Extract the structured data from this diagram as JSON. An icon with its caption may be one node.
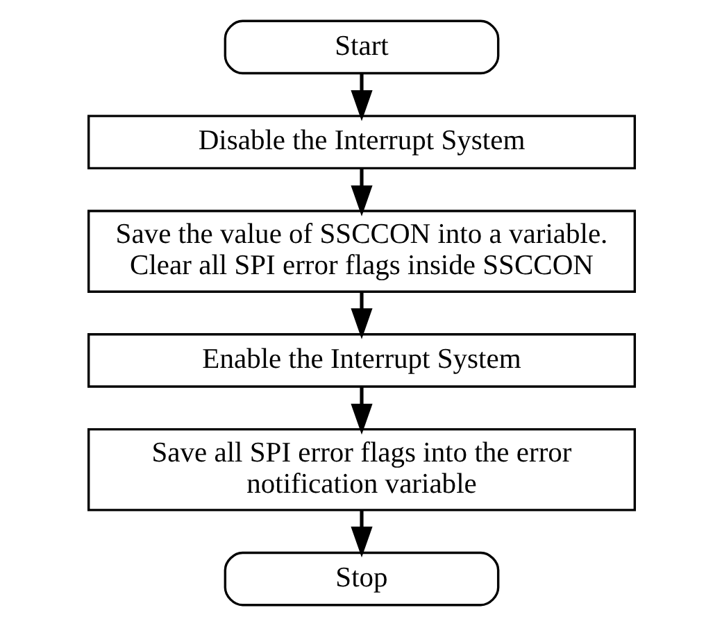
{
  "diagram": {
    "nodes": [
      {
        "text": [
          "Start"
        ]
      },
      {
        "text": [
          "Disable the Interrupt System"
        ]
      },
      {
        "text": [
          "Save the value of SSCCON into a variable. Clear all SPI error flags inside SSCCON"
        ]
      },
      {
        "text": [
          "Enable the Interrupt System"
        ]
      },
      {
        "text": [
          "Save all SPI error flags into the error notification variable"
        ]
      },
      {
        "text": [
          "Stop"
        ]
      }
    ],
    "edges": [
      {
        "from": 0,
        "to": 1,
        "arrow": "to"
      },
      {
        "from": 1,
        "to": 2,
        "arrow": "to"
      },
      {
        "from": 2,
        "to": 3,
        "arrow": "to"
      },
      {
        "from": 3,
        "to": 4,
        "arrow": "to"
      },
      {
        "from": 4,
        "to": 5,
        "arrow": "to"
      }
    ]
  }
}
